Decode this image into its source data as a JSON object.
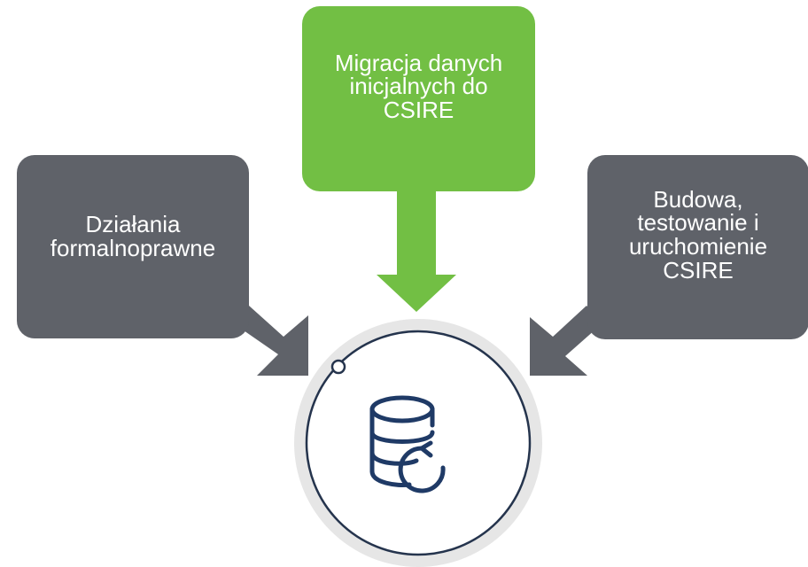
{
  "diagram": {
    "left_box": {
      "label": "Działania\nformalnoprawne"
    },
    "center_box": {
      "label": "Migracja danych\ninicjalnych do\nCSIRE"
    },
    "right_box": {
      "label": "Budowa,\ntestowanie i\nuruchomienie\nCSIRE"
    },
    "center_icon": "database-sync-icon",
    "colors": {
      "gray_box": "#5f6269",
      "green_box": "#72bf44",
      "gray_arrow": "#5f6269",
      "green_arrow": "#72bf44",
      "circle_fill": "#e6e6e6",
      "circle_ring": "#25344d",
      "icon_stroke": "#1f3a66"
    }
  }
}
